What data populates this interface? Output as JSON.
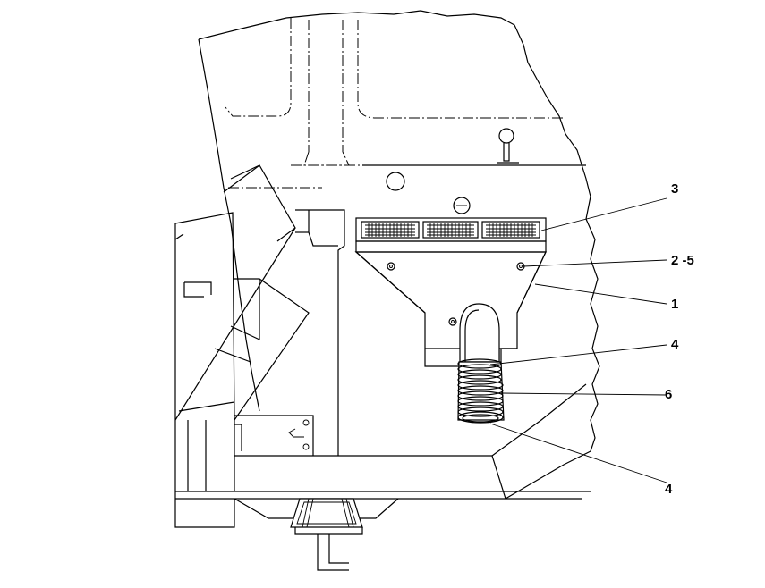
{
  "callouts": [
    {
      "id": "c3",
      "label": "3"
    },
    {
      "id": "c25",
      "label": "2 -5"
    },
    {
      "id": "c1",
      "label": "1"
    },
    {
      "id": "c4a",
      "label": "4"
    },
    {
      "id": "c6",
      "label": "6"
    },
    {
      "id": "c4b",
      "label": "4"
    }
  ]
}
